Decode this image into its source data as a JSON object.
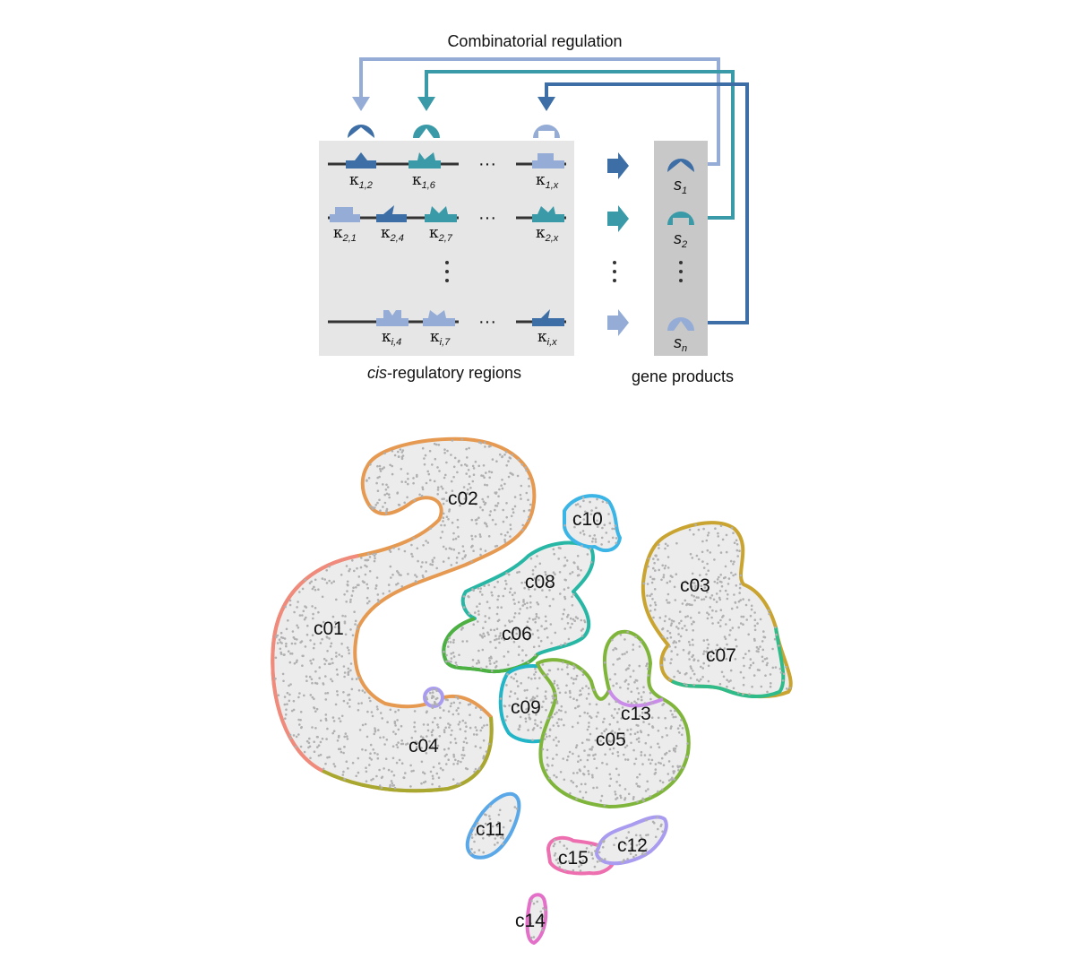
{
  "diagram": {
    "title": "Combinatorial regulation",
    "cis_label_prefix": "cis",
    "cis_label_rest": "-regulatory regions",
    "gene_products_label": "gene products",
    "rows": [
      {
        "sites": [
          {
            "k": "κ",
            "sub": "1,2"
          },
          {
            "k": "κ",
            "sub": "1,6"
          },
          {
            "k": "κ",
            "sub": "1,x"
          }
        ],
        "product": {
          "s": "s",
          "sub": "1"
        }
      },
      {
        "sites": [
          {
            "k": "κ",
            "sub": "2,1"
          },
          {
            "k": "κ",
            "sub": "2,4"
          },
          {
            "k": "κ",
            "sub": "2,7"
          },
          {
            "k": "κ",
            "sub": "2,x"
          }
        ],
        "product": {
          "s": "s",
          "sub": "2"
        }
      },
      {
        "sites": [
          {
            "k": "κ",
            "sub": "i,4"
          },
          {
            "k": "κ",
            "sub": "i,7"
          },
          {
            "k": "κ",
            "sub": "i,x"
          }
        ],
        "product": {
          "s": "s",
          "sub": "n"
        }
      }
    ],
    "ellipsis": "···",
    "colors": {
      "dark_blue": "#3d6ea5",
      "teal": "#3a9aa8",
      "light_blue": "#94acd6",
      "panel": "#e6e6e6",
      "panel_dark": "#c8c8c8"
    }
  },
  "cluster_map": {
    "clusters": [
      {
        "label": "c01",
        "color": "#f08a7c"
      },
      {
        "label": "c02",
        "color": "#e69950"
      },
      {
        "label": "c03",
        "color": "#c9a430"
      },
      {
        "label": "c04",
        "color": "#a8a830"
      },
      {
        "label": "c05",
        "color": "#7fb53a"
      },
      {
        "label": "c06",
        "color": "#4db040"
      },
      {
        "label": "c07",
        "color": "#2fbc8a"
      },
      {
        "label": "c08",
        "color": "#28b7a5"
      },
      {
        "label": "c09",
        "color": "#22b5c8"
      },
      {
        "label": "c10",
        "color": "#3bb5e6"
      },
      {
        "label": "c11",
        "color": "#5aa8e8"
      },
      {
        "label": "c12",
        "color": "#a99cf0"
      },
      {
        "label": "c13",
        "color": "#c98ce8"
      },
      {
        "label": "c14",
        "color": "#e36fc8"
      },
      {
        "label": "c15",
        "color": "#ee6fb0"
      }
    ],
    "point_color": "#b0b0b0"
  }
}
